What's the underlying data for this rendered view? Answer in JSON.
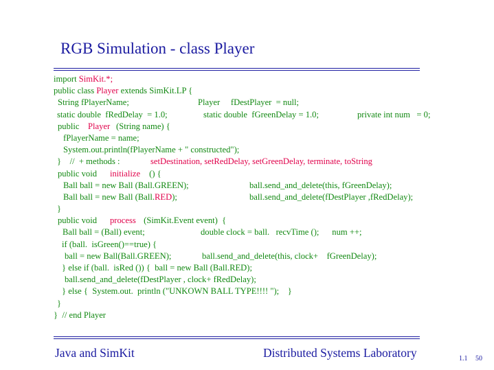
{
  "slide": {
    "title": "RGB Simulation - class Player",
    "footer_left": "Java and SimKit",
    "footer_right": "Distributed Systems Laboratory",
    "section": "1.1",
    "page": "50"
  },
  "code": {
    "l1": [
      "import ",
      "SimKit.*;"
    ],
    "l2": [
      "public class ",
      "Player",
      " extends SimKit.LP {"
    ],
    "l3a": "String fPlayerName;",
    "l3b": "Player     fDestPlayer  = null;",
    "l4a": "static double  fRedDelay  = 1.0;",
    "l4b": "static double  fGreenDelay = 1.0;",
    "l4c": "private int num   = 0;",
    "l5": [
      "public  ",
      "Player",
      "(String name) {"
    ],
    "l6": "fPlayerName = name;",
    "l7": "System.out.println(fPlayerName + \" constructed\");",
    "l8": [
      "}    //  + methods : ",
      "setDestination, setRedDelay, setGreenDelay, terminate, toString"
    ],
    "l9": [
      "public void   ",
      "initialize",
      " () {"
    ],
    "l10a": "Ball ball = new Ball (Ball.GREEN);",
    "l10b": "ball.send_and_delete(this, fGreenDelay);",
    "l11a": [
      "Ball ball = new Ball (Ball.",
      "RED",
      ");"
    ],
    "l11b": "ball.send_and_delete(fDestPlayer ,fRedDelay);",
    "l12": "}",
    "l13": [
      "public void   ",
      "process",
      " (SimKit.Event event)  {"
    ],
    "l14a": "Ball ball = (Ball) event;",
    "l14b": "double clock = ball.   recvTime ();      num ++;",
    "l15": "if (ball.  isGreen()==true) {",
    "l16a": "ball = new Ball(Ball.GREEN);",
    "l16b": "ball.send_and_delete(this, clock+    fGreenDelay);",
    "l17": "} else if (ball.  isRed ()) {  ball = new Ball (Ball.RED);",
    "l18": "ball.send_and_delete(fDestPlayer , clock+ fRedDelay);",
    "l19": "} else {  System.out.  println (\"UNKOWN BALL TYPE!!!! \");    }",
    "l20": "}",
    "l21": "}  // end Player"
  }
}
